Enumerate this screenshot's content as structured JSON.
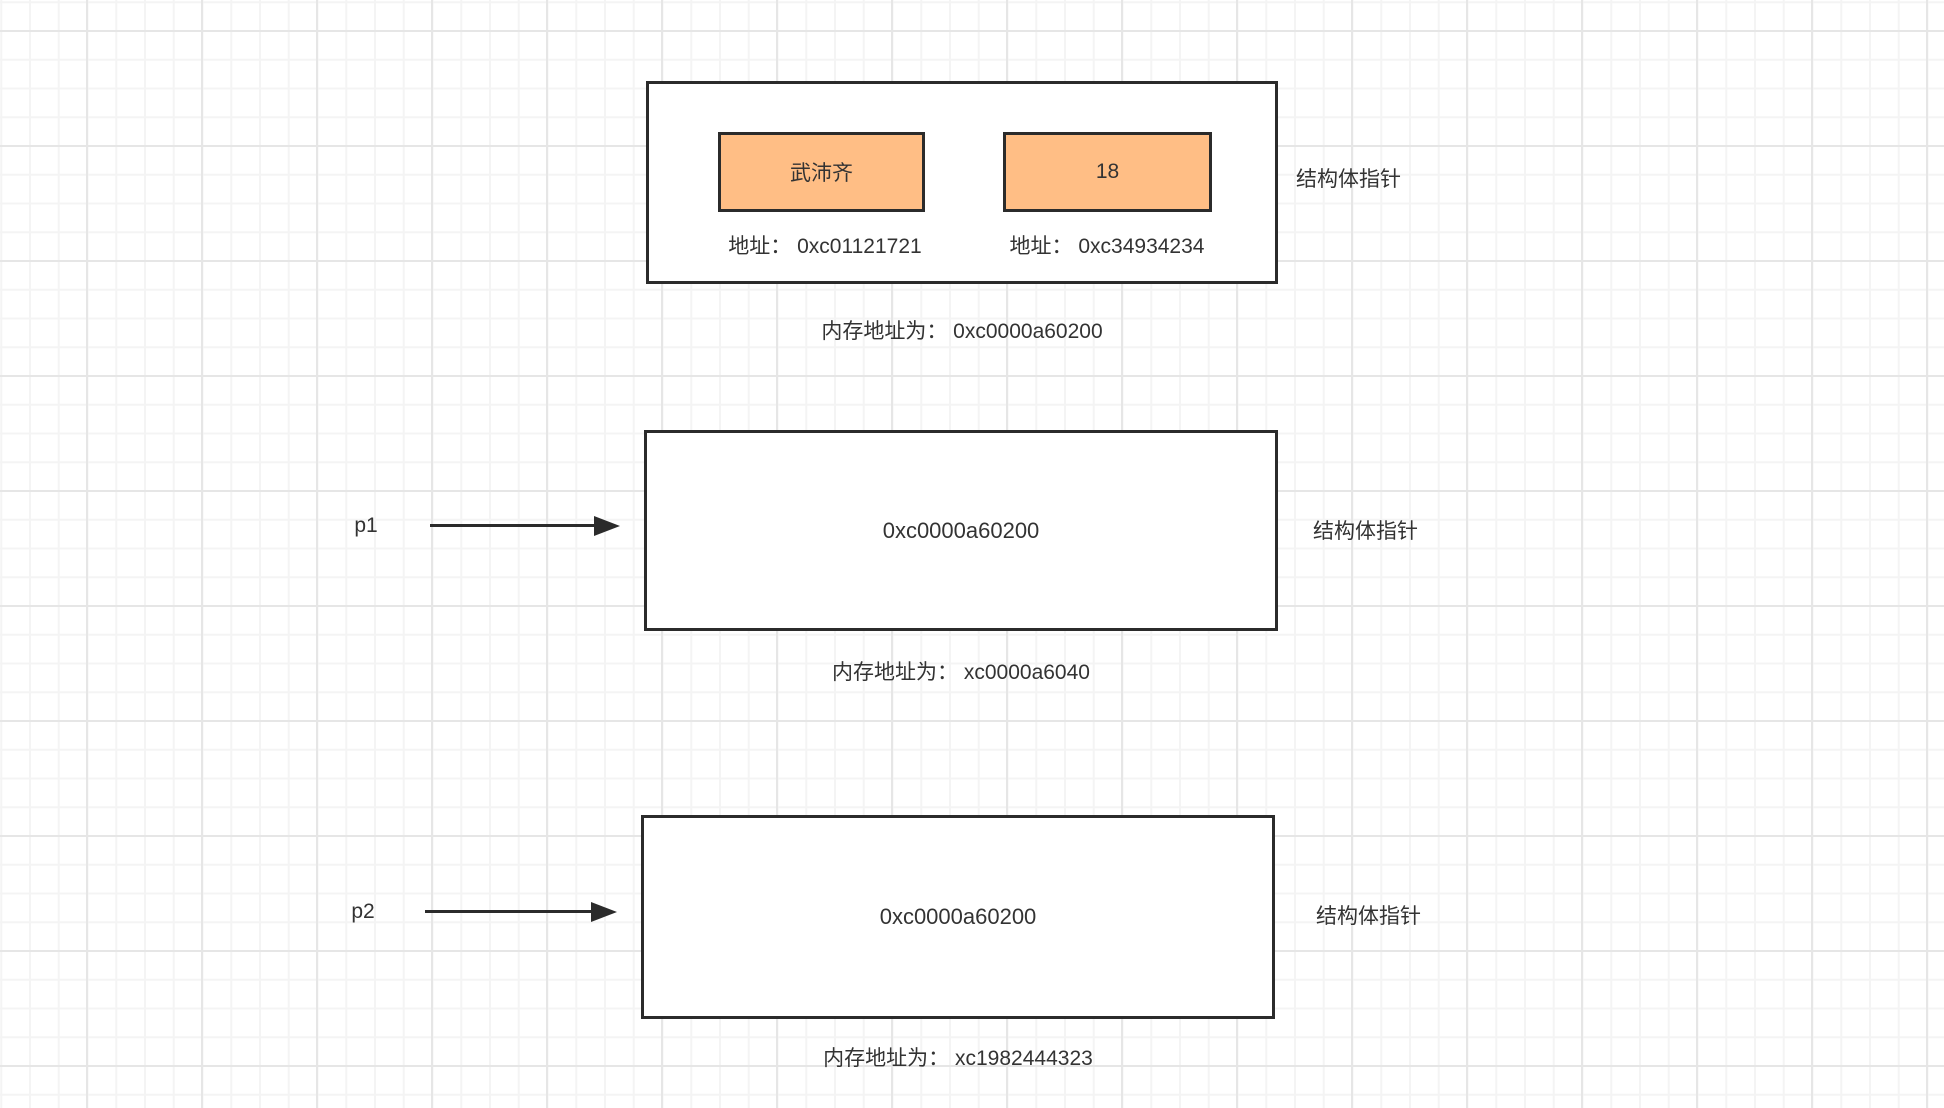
{
  "diagram": {
    "struct_box": {
      "fields": [
        {
          "value": "武沛齐",
          "address": "地址： 0xc01121721"
        },
        {
          "value": "18",
          "address": "地址： 0xc34934234"
        }
      ],
      "side_label": "结构体指针",
      "caption": "内存地址为： 0xc0000a60200"
    },
    "pointer_p1": {
      "name": "p1",
      "value": "0xc0000a60200",
      "side_label": "结构体指针",
      "caption": "内存地址为： xc0000a6040"
    },
    "pointer_p2": {
      "name": "p2",
      "value": "0xc0000a60200",
      "side_label": "结构体指针",
      "caption": "内存地址为： xc1982444323"
    },
    "colors": {
      "field_fill": "#ffbe85",
      "stroke": "#2b2b2b",
      "text": "#333333",
      "grid_minor": "#f4f4f4",
      "grid_major": "#e6e6e6",
      "canvas_bg": "#ffffff"
    }
  }
}
